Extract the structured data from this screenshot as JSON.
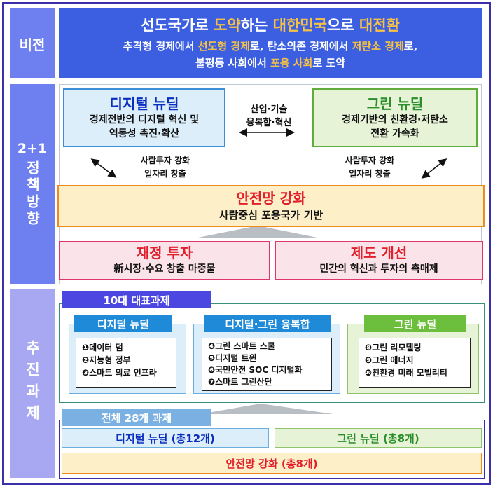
{
  "vision": {
    "label": "비전",
    "title_parts": [
      "선도국가로 ",
      "도약",
      "하는 ",
      "대한민국",
      "으로 ",
      "대전환"
    ],
    "line2_parts": [
      "추격형 경제에서 ",
      "선도형 경제",
      "로, 탄소의존 경제에서 ",
      "저탄소 경제",
      "로,"
    ],
    "line3_parts": [
      "불평등 사회에서 ",
      "포용 사회",
      "로 도약"
    ]
  },
  "policy": {
    "label_top": "2+1",
    "label_bottom": "정책방향",
    "digital": {
      "title": "디지털 뉴딜",
      "line1": "경제전반의 디지털 혁신 및",
      "line2": "역동성 촉진·확산"
    },
    "center": {
      "line1": "산업·기술",
      "line2": "융복합·혁신"
    },
    "green": {
      "title": "그린 뉴딜",
      "line1": "경제기반의 친환경·저탄소",
      "line2": "전환 가속화"
    },
    "left_note": {
      "line1": "사람투자 강화",
      "line2": "일자리 창출"
    },
    "right_note": {
      "line1": "사람투자 강화",
      "line2": "일자리 창출"
    },
    "safety": {
      "title": "안전망 강화",
      "subtitle": "사람중심 포용국가 기반"
    },
    "finance": {
      "title": "재정 투자",
      "subtitle": "新시장·수요 창출 마중물"
    },
    "reform": {
      "title": "제도 개선",
      "subtitle": "민간의 혁신과 투자의 촉매제"
    }
  },
  "tasks": {
    "label": "추진과제",
    "ten_title": "10대 대표과제",
    "groups": [
      {
        "title": "디지털 뉴딜",
        "items": [
          "❶데이터 댐",
          "❷지능형 정부",
          "❸스마트 의료 인프라"
        ]
      },
      {
        "title": "디지털·그린 융복합",
        "items": [
          "❹그린 스마트 스쿨",
          "❺디지털 트윈",
          "❻국민안전 SOC 디지털화",
          "❼스마트 그린산단"
        ]
      },
      {
        "title": "그린 뉴딜",
        "items": [
          "❽그린 리모델링",
          "❾그린 에너지",
          "❿친환경 미래 모빌리티"
        ]
      }
    ],
    "total_title": "전체 28개 과제",
    "total_digital": "디지털 뉴딜 (총12개)",
    "total_green": "그린 뉴딜 (총8개)",
    "total_safety": "안전망 강화 (총8개)"
  },
  "colors": {
    "vision_blue": "#3b5fe0",
    "side_blue": "#6e7ff0",
    "side_lavender": "#a7a7f2",
    "highlight_orange": "#f7c243",
    "digital_fill": "#dceefa",
    "green_fill": "#e6f3d6",
    "safety_fill": "#fdf0c9",
    "finance_fill": "#fbe3ea"
  }
}
